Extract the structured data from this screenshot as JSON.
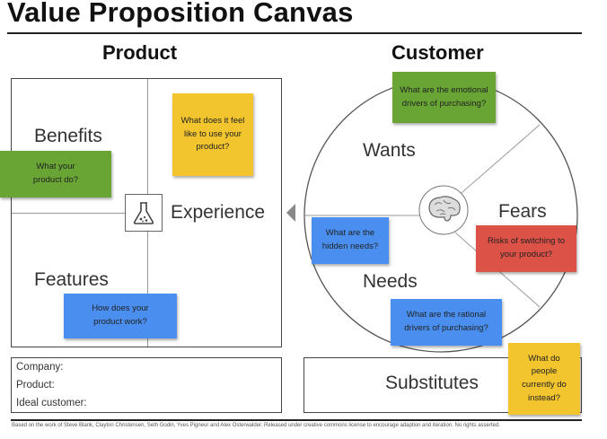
{
  "title": "Value Proposition Canvas",
  "product": {
    "heading": "Product",
    "benefits_label": "Benefits",
    "features_label": "Features",
    "experience_label": "Experience",
    "icon": "flask-icon",
    "notes": {
      "benefits": "What your product do?",
      "experience": "What does it feel like to use your product?",
      "features": "How does your product work?"
    }
  },
  "customer": {
    "heading": "Customer",
    "wants_label": "Wants",
    "needs_label": "Needs",
    "fears_label": "Fears",
    "icon": "brain-icon",
    "notes": {
      "emotional": "What are the emotional drivers of purchasing?",
      "hidden": "What are the hidden needs?",
      "rational": "What are the rational drivers of purchasing?",
      "fears": "Risks of switching to your product?"
    }
  },
  "info": {
    "company": "Company:",
    "product": "Product:",
    "ideal_customer": "Ideal customer:"
  },
  "substitutes": {
    "label": "Substitutes",
    "note": "What do people currently do instead?"
  },
  "footer": "Based on the work of Steve Blank, Clayton Christensen, Seth Godin, Yves Pigneur and Alex Osterwalder. Released under creative commons license to encourage adaption and iteration. No rights asserted.",
  "colors": {
    "yellow": "#f2c52e",
    "green": "#68a534",
    "blue": "#4a8ff0",
    "red": "#dd5247"
  }
}
